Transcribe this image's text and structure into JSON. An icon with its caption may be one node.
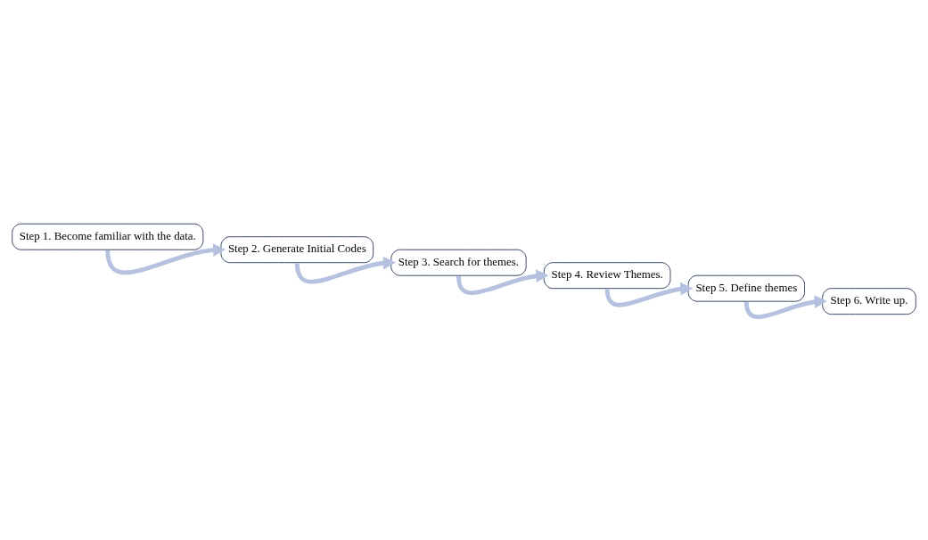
{
  "diagram": {
    "nodes": [
      {
        "text": [
          "Step 1. Become familiar with the data."
        ]
      },
      {
        "text": [
          "Step 2. Generate Initial Codes"
        ]
      },
      {
        "text": [
          "Step 3. Search for themes."
        ]
      },
      {
        "text": [
          "Step 4. Review Themes."
        ]
      },
      {
        "text": [
          "Step 5. Define themes"
        ]
      },
      {
        "text": [
          "Step 6. Write up."
        ]
      }
    ],
    "edges": [
      {
        "from": 0,
        "to": 1,
        "arrow": "to"
      },
      {
        "from": 1,
        "to": 2,
        "arrow": "to"
      },
      {
        "from": 2,
        "to": 3,
        "arrow": "to"
      },
      {
        "from": 3,
        "to": 4,
        "arrow": "to"
      },
      {
        "from": 4,
        "to": 5,
        "arrow": "to"
      }
    ]
  }
}
